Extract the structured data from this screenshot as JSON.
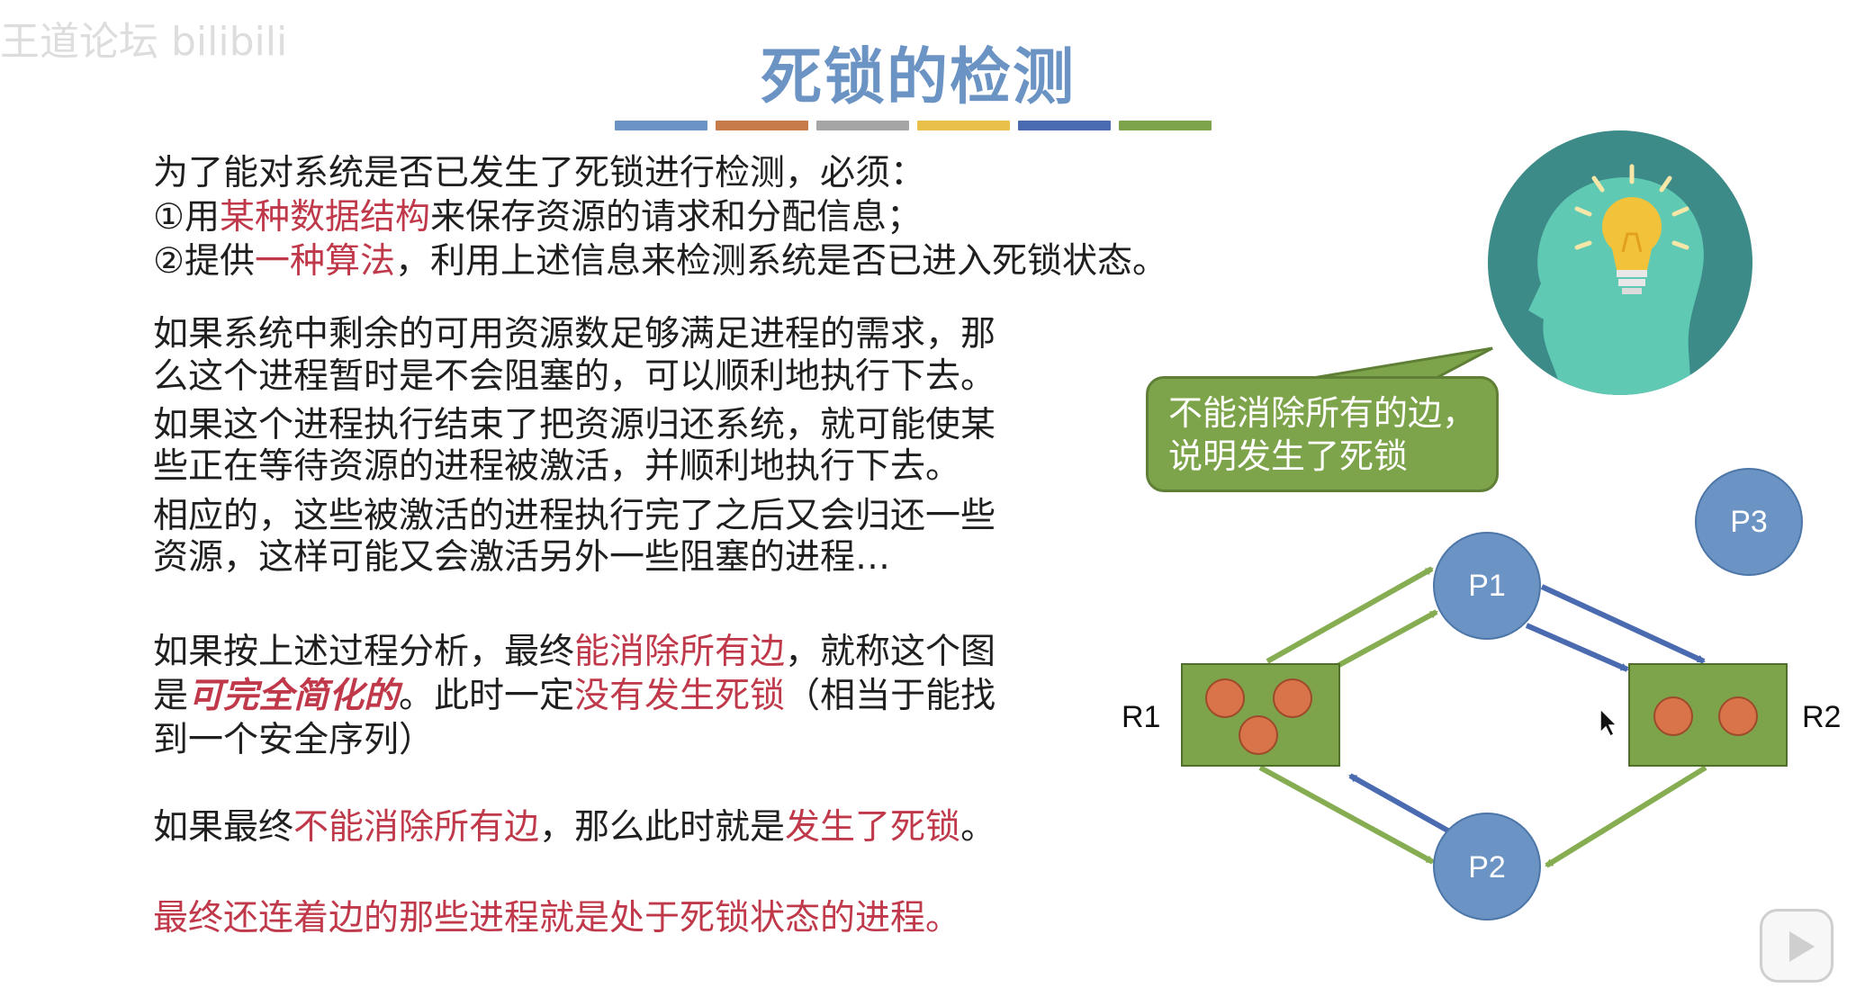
{
  "watermark": "王道论坛 bilibili",
  "title": "死锁的检测",
  "divider_colors": [
    "#6b93c3",
    "#c77a4a",
    "#a5a5a5",
    "#e8c04a",
    "#4a6bb0",
    "#7ea44b"
  ],
  "intro": {
    "line1": "为了能对系统是否已发生了死锁进行检测，必须：",
    "line2_pre": "①用",
    "line2_red": "某种数据结构",
    "line2_post": "来保存资源的请求和分配信息；",
    "line3_pre": "②提供",
    "line3_red": "一种算法",
    "line3_post": "，利用上述信息来检测系统是否已进入死锁状态。"
  },
  "para1": [
    "如果系统中剩余的可用资源数足够满足进程的需求，那",
    "么这个进程暂时是不会阻塞的，可以顺利地执行下去。"
  ],
  "para2": [
    "如果这个进程执行结束了把资源归还系统，就可能使某",
    "些正在等待资源的进程被激活，并顺利地执行下去。"
  ],
  "para3": [
    "相应的，这些被激活的进程执行完了之后又会归还一些",
    "资源，这样可能又会激活另外一些阻塞的进程…"
  ],
  "para4": {
    "l1_pre": "如果按上述过程分析，最终",
    "l1_red": "能消除所有边",
    "l1_post": "，就称这个图",
    "l2_pre": "是",
    "l2_redbi": "可完全简化的",
    "l2_mid": "。此时一定",
    "l2_red": "没有发生死锁",
    "l2_post": "（相当于能找",
    "l3": "到一个安全序列）"
  },
  "para5": {
    "pre": "如果最终",
    "red1": "不能消除所有边",
    "mid": "，那么此时就是",
    "red2": "发生了死锁",
    "post": "。"
  },
  "para6": "最终还连着边的那些进程就是处于死锁状态的进程。",
  "callout": {
    "line1": "不能消除所有的边，",
    "line2": "说明发生了死锁"
  },
  "graph": {
    "processes": [
      "P1",
      "P2",
      "P3"
    ],
    "resources": [
      "R1",
      "R2"
    ],
    "colors": {
      "process_fill": "#6b93c3",
      "resource_fill": "#7ea44b",
      "instance_fill": "#d9744a",
      "assign_edge": "#86ad52",
      "request_edge": "#4a6bb0"
    }
  }
}
